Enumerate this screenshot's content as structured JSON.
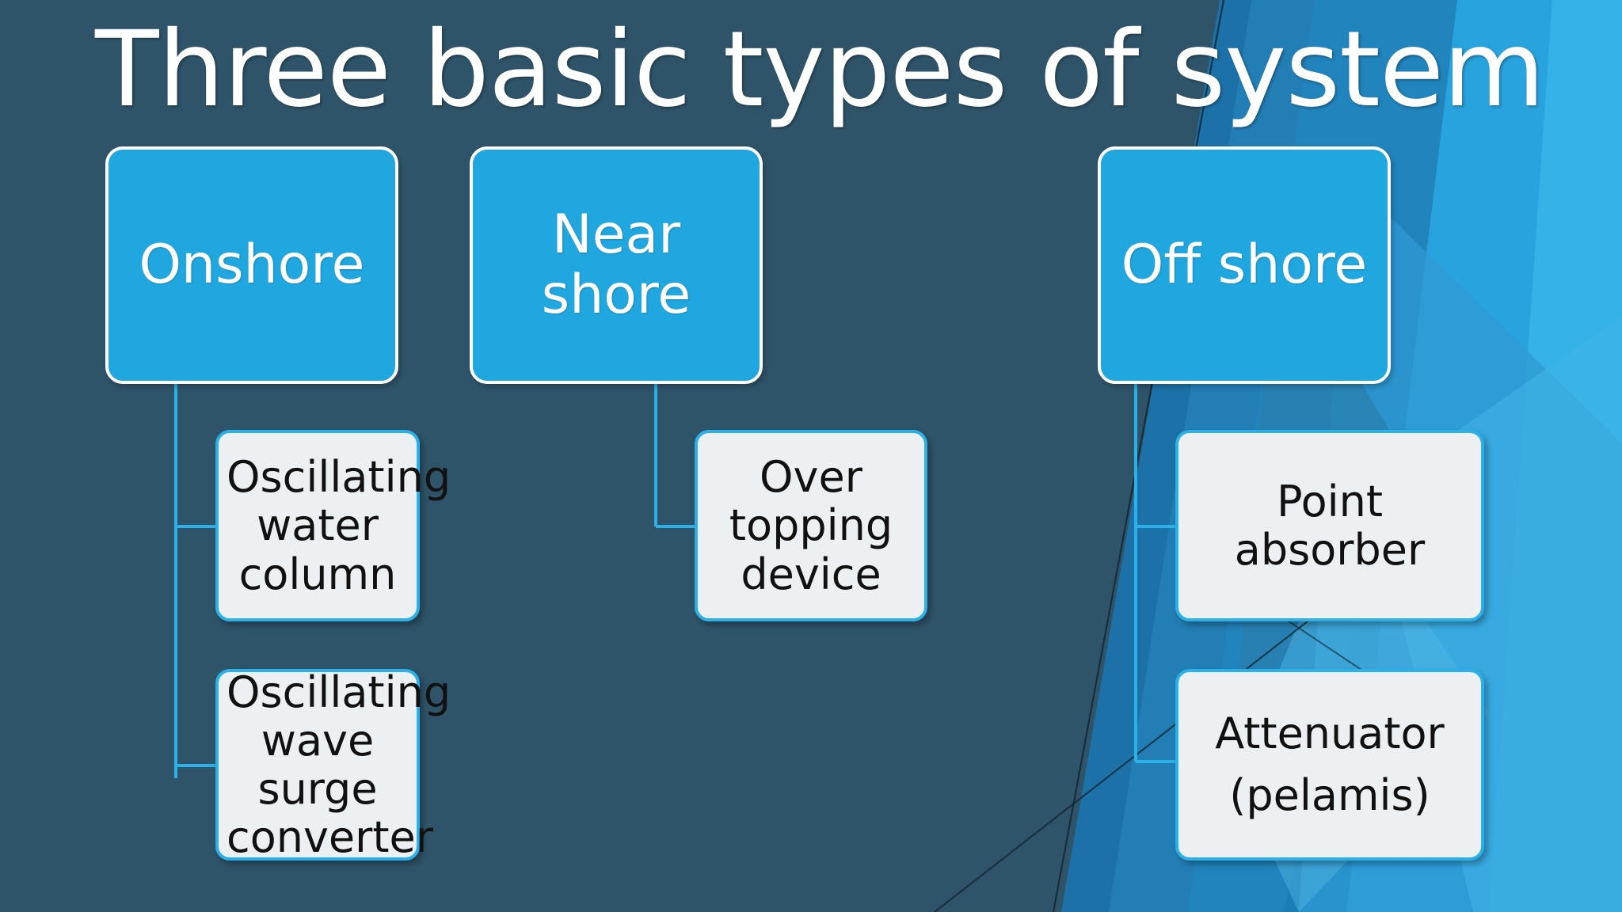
{
  "slide": {
    "title": "Three basic types of system",
    "background_color": "#2f5469",
    "accent_color": "#21a7e0",
    "leaf_border_color": "#2bb0e8",
    "leaf_fill_color": "#edf0f2",
    "title_color": "#ffffff"
  },
  "columns": [
    {
      "head": {
        "label": "Onshore"
      },
      "leaves": [
        {
          "label": "Oscillating water column"
        },
        {
          "label": "Oscillating wave surge converter"
        }
      ]
    },
    {
      "head": {
        "label": "Near shore"
      },
      "leaves": [
        {
          "label": "Over topping device"
        }
      ]
    },
    {
      "head": {
        "label": "Off shore"
      },
      "leaves": [
        {
          "label": "Point absorber"
        },
        {
          "label": "Attenuator\n(pelamis)"
        }
      ]
    }
  ],
  "diagram": {
    "type": "hierarchy",
    "levels": 2,
    "root_count": 3,
    "leaf_count": 5
  }
}
